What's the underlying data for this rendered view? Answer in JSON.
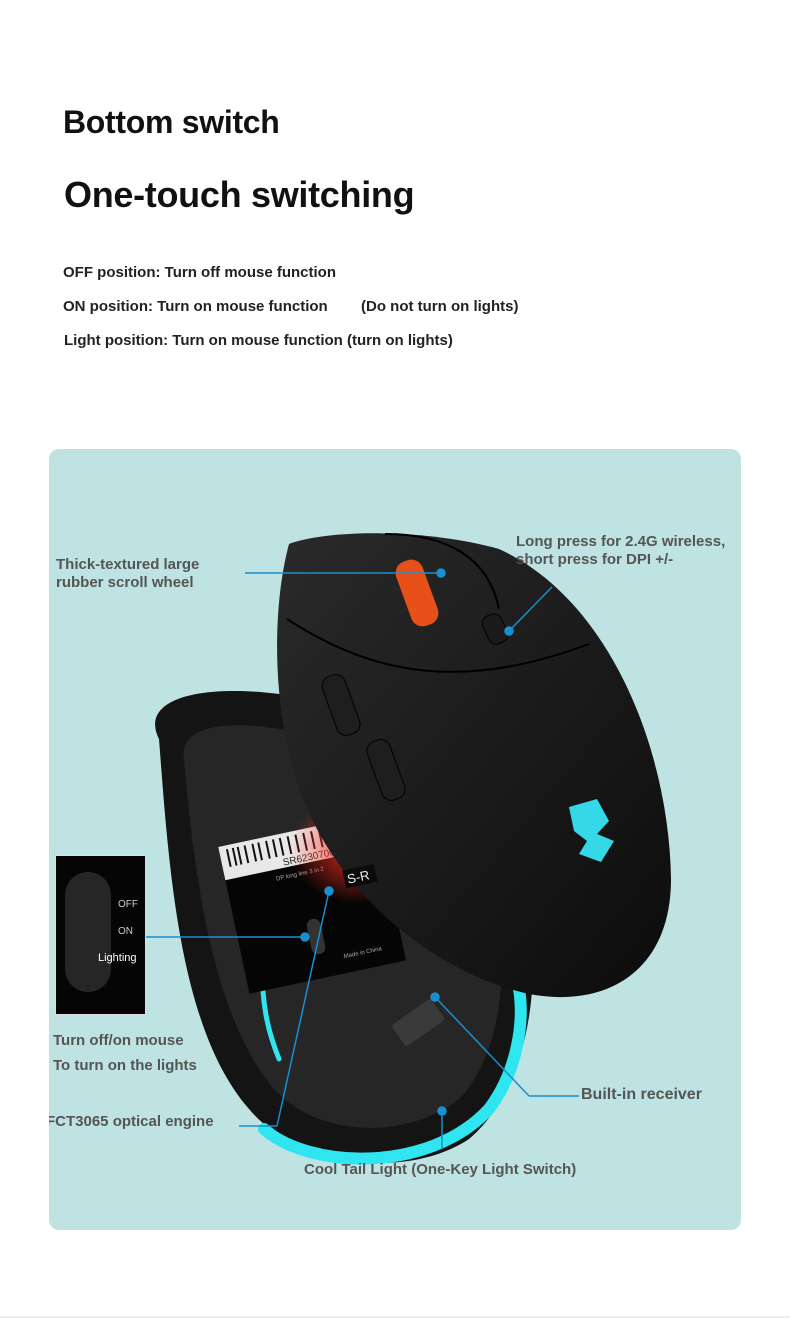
{
  "header": {
    "title": "Bottom switch",
    "subtitle": "One-touch switching",
    "lines": [
      "OFF position: Turn off mouse function",
      "ON position: Turn on mouse function",
      "(Do not turn on lights)",
      "Light position: Turn on mouse function (turn on lights)"
    ]
  },
  "callouts": {
    "scroll_wheel": [
      "Thick-textured large",
      "rubber scroll wheel"
    ],
    "dpi_button": [
      "Long press for 2.4G wireless,",
      "short press for DPI +/-"
    ],
    "switch": [
      "Turn off/on mouse",
      "To turn on the lights"
    ],
    "sensor": "FCT3065 optical engine",
    "receiver": "Built-in receiver",
    "tail_light": "Cool Tail Light (One-Key Light Switch)"
  },
  "inset": {
    "off": "OFF",
    "on": "ON",
    "lighting": "Lighting"
  },
  "label_sticker": {
    "serial": "SR62307000",
    "model": "S-R",
    "made_in": "Made in China",
    "line": "DP long line 3 in 2"
  },
  "colors": {
    "panel": "#bfe3e2",
    "leader": "#1a8fd0",
    "tail_light": "#2fe6f0",
    "logo": "#35d8e6"
  }
}
